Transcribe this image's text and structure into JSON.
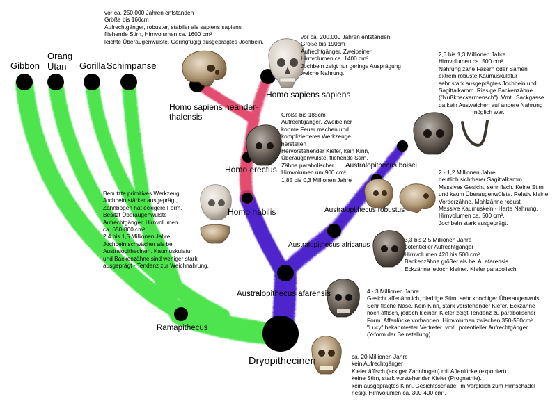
{
  "colors": {
    "green": "#2fe02f",
    "red": "#dd2e58",
    "blue": "#3a10c8",
    "node": "#000000"
  },
  "labels": {
    "gibbon": "Gibbon",
    "orang": "Orang\nUtan",
    "gorilla": "Gorilla",
    "schimpanse": "Schimpanse",
    "neanderthal": "Homo sapiens neander-\nthalensis",
    "sapiens": "Homo sapiens sapiens",
    "erectus": "Homo erectus",
    "habilis": "Homo habilis",
    "boisei": "Australopithecus boisei",
    "robustus": "Australopithecus robustus",
    "africanus": "Australopithecus africanus",
    "afarensis": "Australopithecus afarensis",
    "ramapithecus": "Ramapithecus",
    "dryopithecinen": "Dryopithecinen"
  },
  "descriptions": {
    "neanderthal": "vor ca. 250.000 Jahren entstanden\nGröße bis 160cm\nAufrechtgänger, robuster, stabiler als sapiens sapiens\nfliehende Stirn, Hirnvolumen ca. 1600 cm³\nleichte Überaugenwülste. Geringfügig ausgeprägtes Jochbein.",
    "sapiens": "vor ca. 200.000 Jahren entstanden\nGröße bis 190cm\nAufrechtgänger, Zweibeiner\nHirnvolumen ca. 1400 cm³\nJochbein zeigt nur geringe Ausprägung\nweiche Nahrung.",
    "erectus": "Größe bis 185cm\nAufrechtgänger, Zweibeiner\nkonnte Feuer machen und\nkomplizierteres Werkzeuge\nherstellen\nHervorstehender Kiefer, kein Kinn,\nÜberaugenwülste, fliehende Stirn.\nZähne parabolischer.\nHirnvolumen um 900 cm³\n1,85 bis 0,3 Millionen Jahre",
    "habilis": "Benutzte primitives Werkzeug\nJochbein stärker ausgeprägt,\nZahnbogen hat eckigere Form.\nBesitzt Überaugenwülste\nAufrechtgänger, Hirnvolumen\nca. 650-800 cm³\n2,4 bis 1,5 Millionen Jahre\nJochbein schwächer als bei\nAustralopithecinen. Kaumuskulatur\nund Backenzähne sind weniger stark\nausgeprägt - Tendenz zur Weichnahrung.",
    "boisei": "2,3 bis 1,3 Millionen Jahre\nHirnvolumen ca. 500 cm³\nNahrung zähe Fasern oder Samen\nextrem robuste Kaumuskulatur\nsehr stark ausgeprägtes Jochbein und\nSagittalkamm. Riesige Backenzähne\n(\"Nußknackermensch\"). Vmtl. Sackgasse\nda kein Ausweichen auf andere Nahrung\n                     möglich war.",
    "robustus": "2 - 1,2 Millionen Jahre\ndeutlich sichtbarer Sagittalkamm\nMassives Gesicht, sehr flach. Keine Stirn\nund kaum Überaugenwülste. Relativ kleine\nVorderzähne, Mahlzähne robust.\nMassive Kaumuskeln - Harte Nahrung.\nHirnvolumen ca. 500 cm³.\nJochbein stark ausgeprägt.",
    "africanus": "3,3 bis 2,5 Millionen Jahre\npotentieller Aufrechtgänger\nHirnvolumen 420 bis 500 cm³\nBackenzähne größer als bei A. afarensis\nEckzähne jedoch kleiner. Kiefer parabolisch.",
    "afarensis": "4 - 3 Millionen Jahre\nGesicht affenähnlich, niedrige Stirn, sehr knochiger Überaugenwulst.\nSehr flache Nase. Kein Kinn, stark vorstehender Kiefer. Eckzähne\nnoch affisch, jedoch kleiner. Kiefer zeigt Tendenz zu parabolischer\nForm. Affenlücke vorhanden. Hirnvolumen zwischen 350-550cm³.\n\"Lucy\" bekanntester Vertreter. vmtl. potentieller Aufrechtgänger\n(Y-form der Beinstellung).",
    "dryopithecinen": "ca. 20 Millionen Jahre\nkein Aufrechtgänger\nKiefer äffisch (eckiger Zahnbogen) mit Affenlücke (exponiert).\nkeine Stirn, stark vorstehender Kiefer (Prognathie).\nkein ausgeprägtes Kinn. Gesichtsschädel im Vergleich zum Hirnschädel\nriesig. Hirnvolumen ca. 300-400 cm³."
  }
}
